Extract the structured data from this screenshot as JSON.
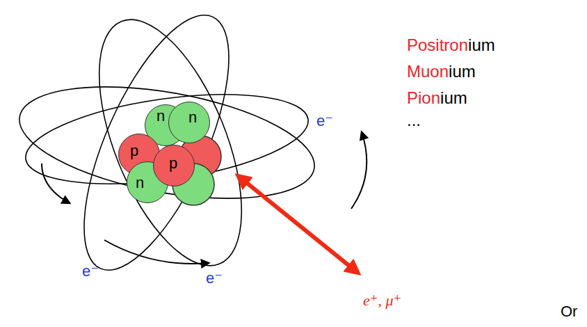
{
  "diagram": {
    "nodes": [
      {
        "text": [
          "n"
        ]
      },
      {
        "text": [
          "n"
        ]
      },
      {
        "text": [
          "p"
        ]
      },
      {
        "text": [
          "n"
        ]
      },
      {
        "text": [
          "p"
        ]
      }
    ],
    "labels": [
      "Positronium",
      "Muonium",
      "Pionium",
      "...",
      "e⁻",
      "e⁻",
      "e⁻",
      "e⁺, μ⁺",
      "Or"
    ]
  }
}
